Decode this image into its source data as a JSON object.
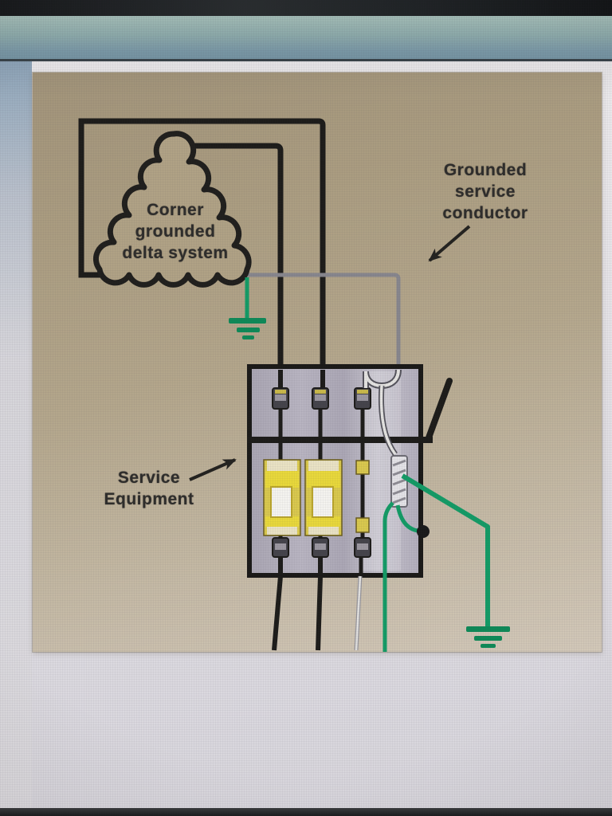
{
  "diagram": {
    "labels": {
      "delta_system": "Corner\ngrounded\ndelta system",
      "grounded_service_conductor": "Grounded\nservice\nconductor",
      "service_equipment": "Service\nEquipment"
    },
    "components": [
      {
        "name": "corner-grounded-delta-source-cloud"
      },
      {
        "name": "ungrounded-phase-conductor",
        "count": 2
      },
      {
        "name": "grounded-service-conductor"
      },
      {
        "name": "service-equipment-panel"
      },
      {
        "name": "disconnect-switch-handle"
      },
      {
        "name": "cartridge-fuse",
        "count": 2
      },
      {
        "name": "solid-neutral-link"
      },
      {
        "name": "neutral-terminal-bar"
      },
      {
        "name": "main-bonding-jumper"
      },
      {
        "name": "grounding-electrode-symbol",
        "count": 2
      }
    ],
    "colors": {
      "background_tan": "#b0a48a",
      "panel_gray": "#b4b0bd",
      "wire_black": "#1d1c1a",
      "wire_grounded_gray": "#87868d",
      "wire_ground_green": "#149b66",
      "fuse_yellow": "#e3d044",
      "label_text": "#2e2d2b"
    },
    "screen": {
      "toolbar_band_color": "#8fadb0",
      "page_color": "#e4e2e6",
      "bezel_color": "#1c2022"
    }
  }
}
